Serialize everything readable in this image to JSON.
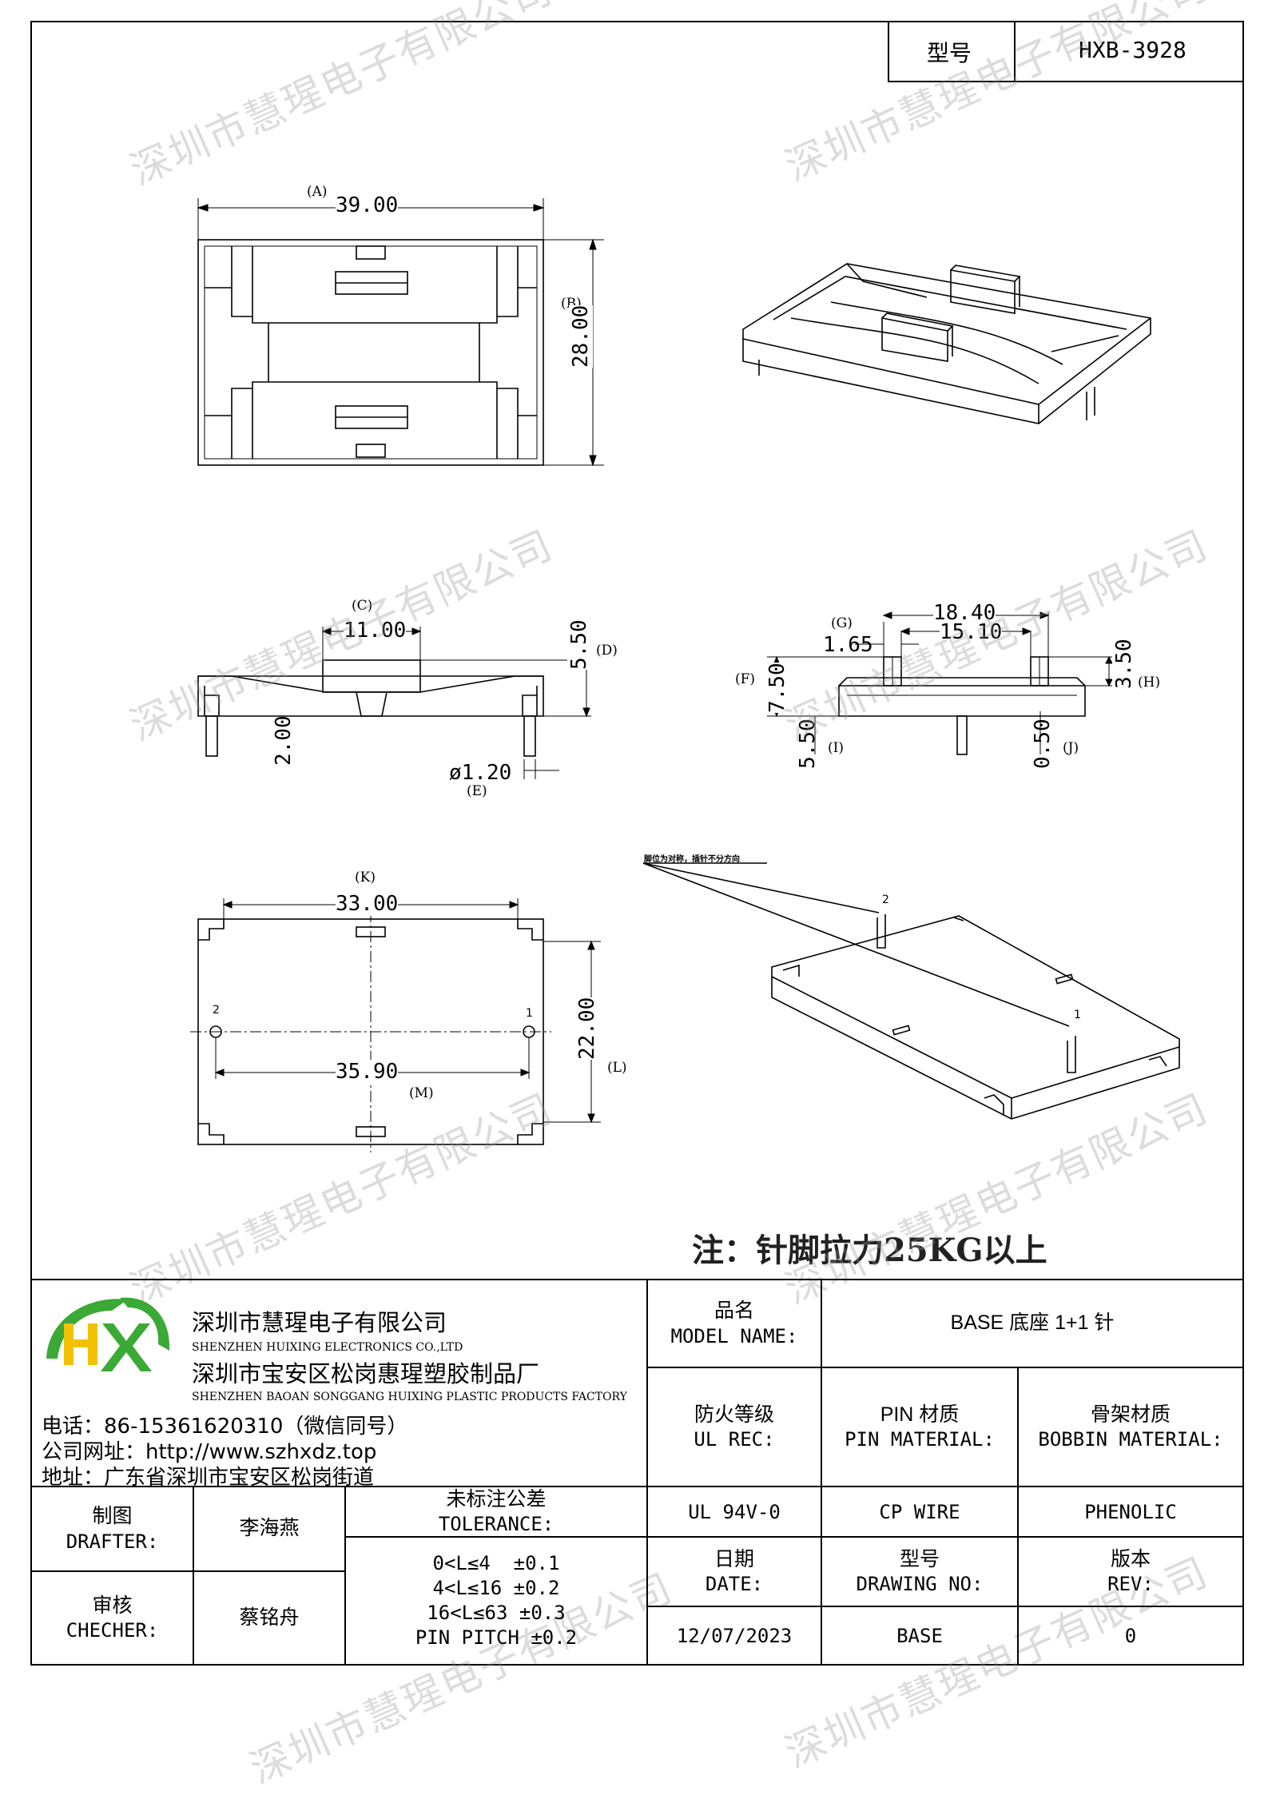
{
  "header": {
    "model_label": "型号",
    "model_value": "HXB-3928"
  },
  "dims": {
    "a_label": "(A)",
    "a_value": "39.00",
    "b_label": "(B)",
    "b_value": "28.00",
    "c_label": "(C)",
    "c_value": "11.00",
    "d_label": "(D)",
    "d_value": "5.50",
    "e_label": "(E)",
    "e_value": "ø1.20",
    "side_pin_len": "2.00",
    "g_label": "(G)",
    "g_value": "1.65",
    "f_label": "(F)",
    "f_value": "7.50",
    "total_width": "18.40",
    "inner_width": "15.10",
    "h_label": "(H)",
    "h_value": "3.50",
    "i_label": "(I)",
    "i_value": "5.50",
    "j_label": "(J)",
    "j_value": "0.50",
    "k_label": "(K)",
    "k_value": "33.00",
    "l_label": "(L)",
    "l_value": "22.00",
    "m_label": "(M)",
    "m_value": "35.90",
    "pin1": "1",
    "pin2": "2",
    "iso_note": "脚位为对称，插针不分方向",
    "iso_pin1": "1",
    "iso_pin2": "2"
  },
  "note": "注：针脚拉力25KG以上",
  "company": {
    "name_cn": "深圳市慧瑆电子有限公司",
    "name_en": "SHENZHEN HUIXING ELECTRONICS CO.,LTD",
    "factory_cn": "深圳市宝安区松岗惠瑆塑胶制品厂",
    "factory_en": "SHENZHEN BAOAN SONGGANG HUIXING PLASTIC PRODUCTS FACTORY",
    "phone": "电话：86-15361620310（微信同号）",
    "website": "公司网址：http://www.szhxdz.top",
    "address": "地址：广东省深圳市宝安区松岗街道",
    "logo_text": "HX"
  },
  "titleblock": {
    "model_name_cn": "品名",
    "model_name_en": "MODEL NAME:",
    "model_name_value": "BASE 底座 1+1 针",
    "ul_cn": "防火等级",
    "ul_en": "UL REC:",
    "ul_value": "UL 94V-0",
    "pin_mat_cn": "PIN 材质",
    "pin_mat_en": "PIN MATERIAL:",
    "pin_mat_value": "CP WIRE",
    "bobbin_cn": "骨架材质",
    "bobbin_en": "BOBBIN MATERIAL:",
    "bobbin_value": "PHENOLIC",
    "drafter_cn": "制图",
    "drafter_en": "DRAFTER:",
    "drafter_value": "李海燕",
    "checker_cn": "审核",
    "checker_en": "CHECHER:",
    "checker_value": "蔡铭舟",
    "tol_cn": "未标注公差",
    "tol_en": "TOLERANCE:",
    "tol_lines": [
      "0<L≤4  ±0.1",
      "4<L≤16 ±0.2",
      "16<L≤63 ±0.3",
      "PIN PITCH ±0.2"
    ],
    "date_cn": "日期",
    "date_en": "DATE:",
    "date_value": "12/07/2023",
    "drawing_cn": "型号",
    "drawing_en": "DRAWING NO:",
    "drawing_value": "BASE",
    "rev_cn": "版本",
    "rev_en": "REV:",
    "rev_value": "0"
  },
  "watermark": "深圳市慧瑆电子有限公司",
  "colors": {
    "line": "#000000",
    "logo_green": "#3aa935",
    "logo_yellow": "#f2c200",
    "watermark": "#969696"
  }
}
